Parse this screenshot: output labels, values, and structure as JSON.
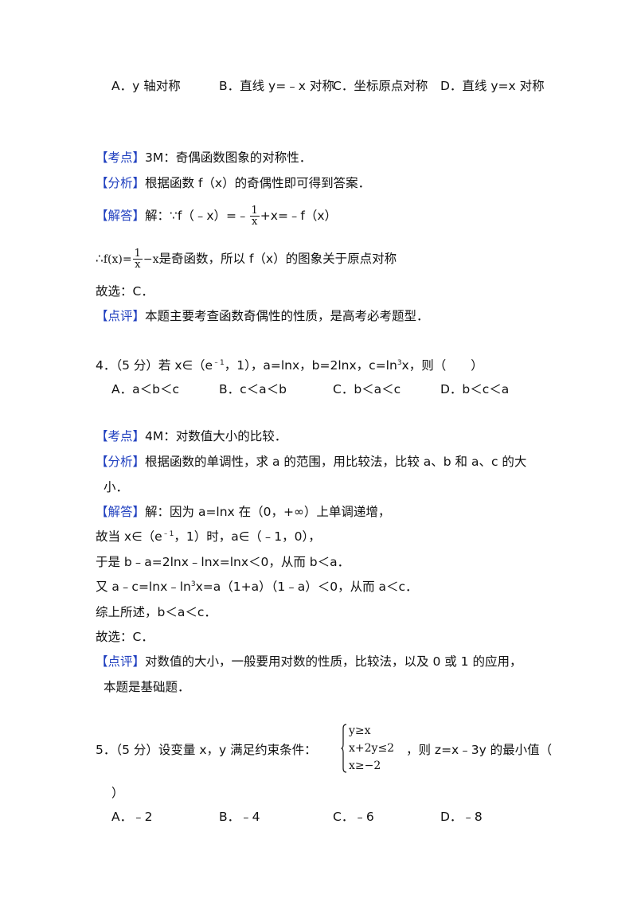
{
  "q3": {
    "options": [
      "A．y 轴对称",
      "B．直线 y=﹣x 对称",
      "C．坐标原点对称",
      "D．直线 y=x 对称"
    ],
    "kaodian_tag": "【考点】",
    "kaodian": "3M：奇偶函数图象的对称性．",
    "fenxi_tag": "【分析】",
    "fenxi": "根据函数 f（x）的奇偶性即可得到答案．",
    "jieda_tag": "【解答】",
    "jieda_prefix": "解：∵f（﹣x）=﹣",
    "jieda_frac_num": "1",
    "jieda_frac_den": "x",
    "jieda_suffix": "+x=﹣f（x）",
    "therefore_prefix": "∴",
    "therefore_fx": "f(x)=",
    "therefore_frac_num": "1",
    "therefore_frac_den": "x",
    "therefore_minus_x": "−x",
    "therefore_suffix": "是奇函数，所以 f（x）的图象关于原点对称",
    "answer": "故选：C．",
    "dianping_tag": "【点评】",
    "dianping": "本题主要考查函数奇偶性的性质，是高考必考题型．"
  },
  "q4": {
    "stem_a": "4．（5 分）若 x∈（e",
    "stem_sup1": "﹣1",
    "stem_b": "，1），a=lnx，b=2lnx，c=ln",
    "stem_sup3": "3",
    "stem_c": "x，则（　　）",
    "options": [
      "A．a＜b＜c",
      "B．c＜a＜b",
      "C．b＜a＜c",
      "D．b＜c＜a"
    ],
    "kaodian_tag": "【考点】",
    "kaodian": "4M：对数值大小的比较．",
    "fenxi_tag": "【分析】",
    "fenxi_line1": "根据函数的单调性，求 a 的范围，用比较法，比较 a、b 和 a、c 的大",
    "fenxi_line2": "小．",
    "jieda_tag": "【解答】",
    "jieda_line1": "解：因为 a=lnx 在（0，+∞）上单调递增，",
    "line2_a": "故当 x∈（e",
    "line2_sup": "﹣1",
    "line2_b": "，1）时，a∈（﹣1，0），",
    "line3": "于是 b﹣a=2lnx﹣lnx=lnx＜0，从而 b＜a．",
    "line4_a": "又 a﹣c=lnx﹣ln",
    "line4_sup": "3",
    "line4_b": "x=a（1+a）（1﹣a）＜0，从而 a＜c．",
    "line5": "综上所述，b＜a＜c．",
    "answer": "故选：C．",
    "dianping_tag": "【点评】",
    "dianping_line1": "对数值的大小，一般要用对数的性质，比较法，以及 0 或 1 的应用，",
    "dianping_line2": "本题是基础题．"
  },
  "q5": {
    "stem_a": "5．（5 分）设变量 x，y 满足约束条件：",
    "constraints": [
      "y≥x",
      "x+2y≤2",
      "x≥−2"
    ],
    "stem_b": "，则 z=x﹣3y 的最小值（",
    "stem_close": "）",
    "options": [
      "A．﹣2",
      "B．﹣4",
      "C．﹣6",
      "D．﹣8"
    ]
  }
}
